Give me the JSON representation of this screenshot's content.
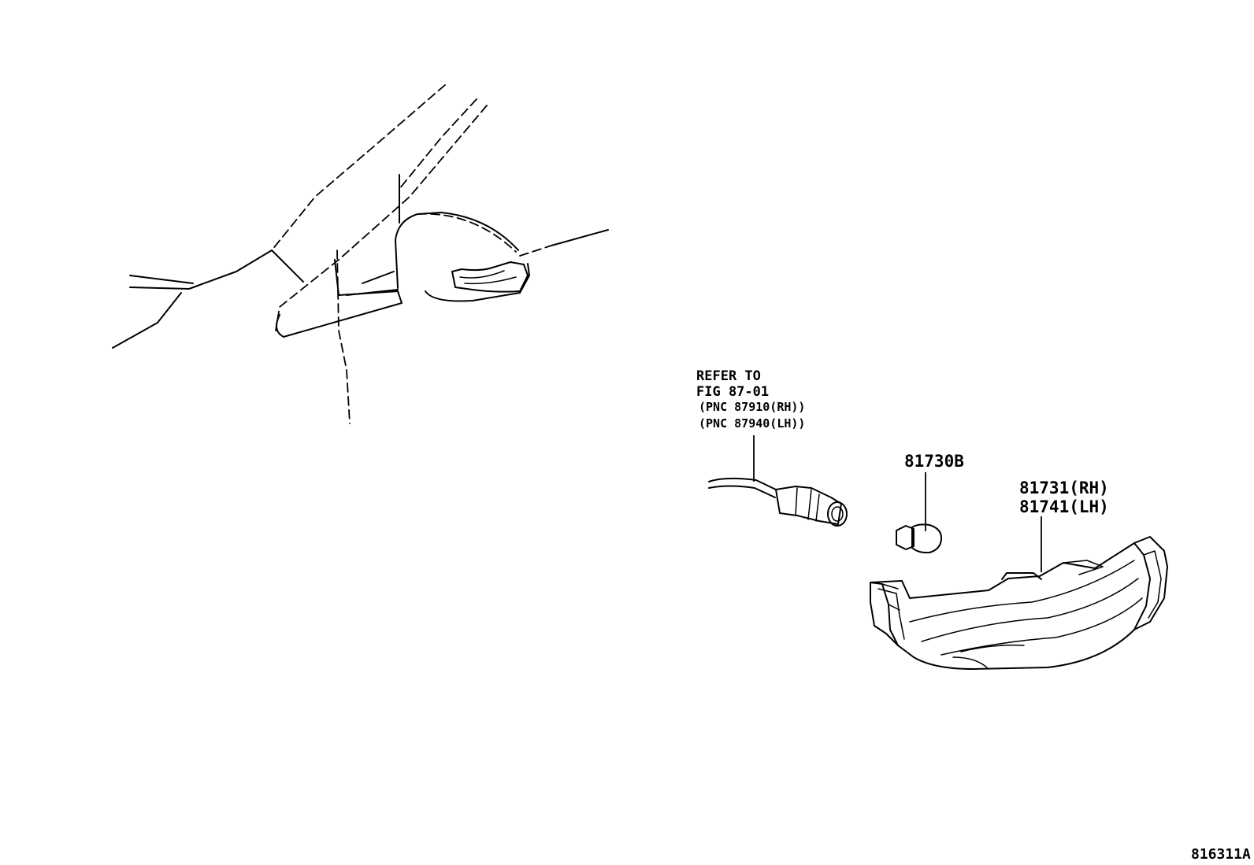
{
  "callouts": {
    "reference": {
      "lines": [
        "REFER TO",
        "FIG 87-01",
        "(PNC 87910(RH))",
        "(PNC 87940(LH))"
      ]
    },
    "bulb": {
      "part_no": "81730B"
    },
    "lamp_assembly": {
      "part_no_rh": "81731(RH)",
      "part_no_lh": "81741(LH)"
    }
  },
  "figure_id": "816311A",
  "colors": {
    "line": "#000000",
    "background": "#ffffff"
  }
}
